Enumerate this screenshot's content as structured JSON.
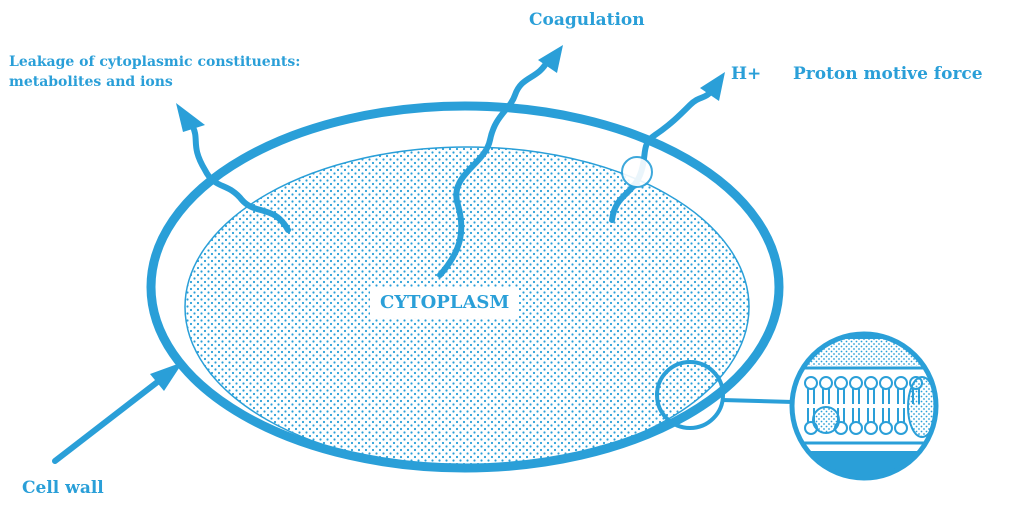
{
  "labels": {
    "leakage_line1": "Leakage of cytoplasmic constituents:",
    "leakage_line2": "metabolites and ions",
    "coagulation": "Coagulation",
    "h_plus": "H+",
    "proton_motive_force": "Proton motive force",
    "cytoplasm": "CYTOPLASM",
    "cell_wall": "Cell wall"
  },
  "colors": {
    "accent": "#2a9fd8",
    "dot": "#2a9fd8",
    "background": "#ffffff"
  }
}
